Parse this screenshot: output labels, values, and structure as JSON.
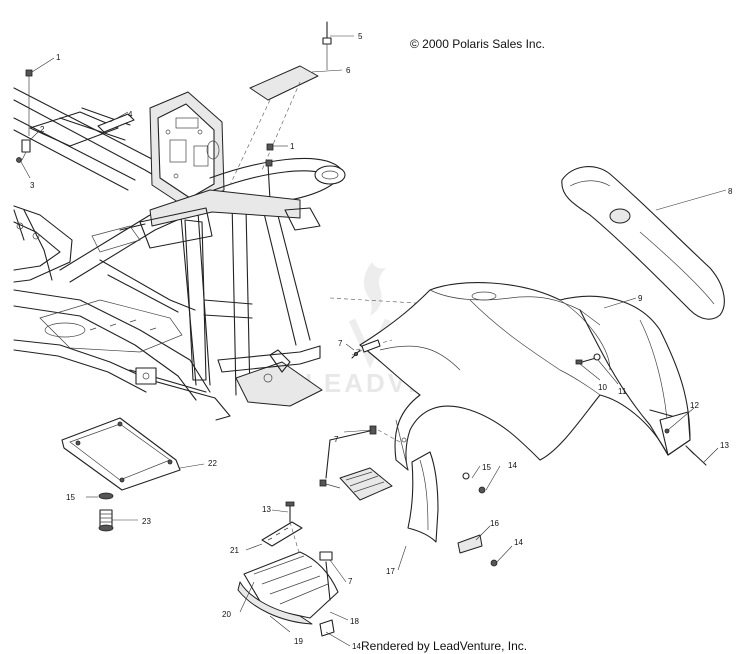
{
  "copyright": "© 2000 Polaris Sales Inc.",
  "footer": "Rendered by LeadVenture, Inc.",
  "watermark": "LEADVENTURE",
  "callouts": [
    {
      "id": "c1a",
      "label": "1"
    },
    {
      "id": "c1b",
      "label": "1"
    },
    {
      "id": "c2",
      "label": "2"
    },
    {
      "id": "c3",
      "label": "3"
    },
    {
      "id": "c4",
      "label": "4"
    },
    {
      "id": "c5",
      "label": "5"
    },
    {
      "id": "c6",
      "label": "6"
    },
    {
      "id": "c7a",
      "label": "7"
    },
    {
      "id": "c7b",
      "label": "7"
    },
    {
      "id": "c7c",
      "label": "7"
    },
    {
      "id": "c8",
      "label": "8"
    },
    {
      "id": "c9",
      "label": "9"
    },
    {
      "id": "c10",
      "label": "10"
    },
    {
      "id": "c11",
      "label": "11"
    },
    {
      "id": "c12",
      "label": "12"
    },
    {
      "id": "c13a",
      "label": "13"
    },
    {
      "id": "c13b",
      "label": "13"
    },
    {
      "id": "c14a",
      "label": "14"
    },
    {
      "id": "c14b",
      "label": "14"
    },
    {
      "id": "c14c",
      "label": "14"
    },
    {
      "id": "c15a",
      "label": "15"
    },
    {
      "id": "c15b",
      "label": "15"
    },
    {
      "id": "c16",
      "label": "16"
    },
    {
      "id": "c17",
      "label": "17"
    },
    {
      "id": "c18",
      "label": "18"
    },
    {
      "id": "c19",
      "label": "19"
    },
    {
      "id": "c20",
      "label": "20"
    },
    {
      "id": "c21",
      "label": "21"
    },
    {
      "id": "c22",
      "label": "22"
    },
    {
      "id": "c23",
      "label": "23"
    }
  ]
}
